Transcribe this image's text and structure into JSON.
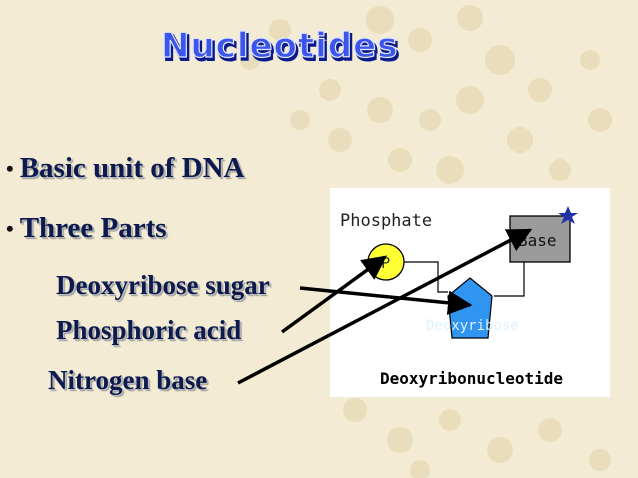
{
  "slide": {
    "title": "Nucleotides",
    "bullets": [
      {
        "text": "Basic unit of DNA"
      },
      {
        "text": "Three Parts"
      }
    ],
    "parts": [
      {
        "text": "Deoxyribose sugar"
      },
      {
        "text": "Phosphoric acid"
      },
      {
        "text": "Nitrogen base"
      }
    ]
  },
  "diagram": {
    "phosphate_label": "Phosphate",
    "phosphate_symbol": "P",
    "sugar_label": "Deoxyribose",
    "base_label": "Base",
    "caption": "Deoxyribonucleotide"
  },
  "colors": {
    "background": "#f3ebd3",
    "text": "#0d1a4e",
    "phosphate_fill": "#ffff33",
    "sugar_fill": "#2f95f0",
    "base_fill": "#9b9b9b",
    "star": "#2233aa"
  }
}
